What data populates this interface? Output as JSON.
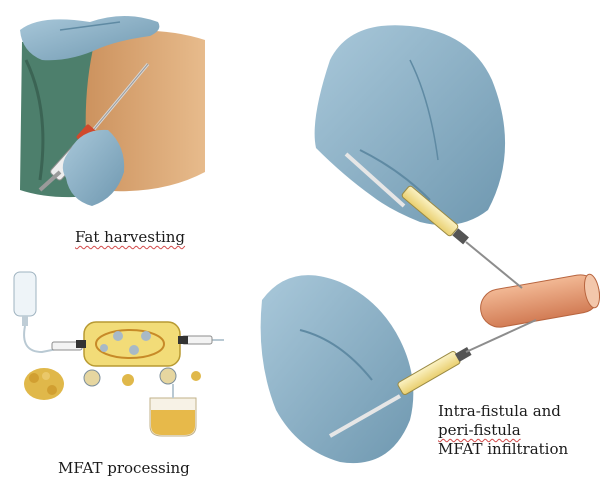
{
  "captions": {
    "fat_harvesting": "Fat harvesting",
    "mfat_processing": "MFAT processing",
    "infiltration_line1": "Intra-fistula and",
    "infiltration_line2": "peri-fistula",
    "infiltration_line3": "MFAT infiltration"
  },
  "colors": {
    "glove": "#8fb4c8",
    "glove_shadow": "#5f8aa3",
    "skin": "#d9a06a",
    "drape": "#4d7f6c",
    "fat": "#e0b84a",
    "fistula": "#e49a72",
    "syringe_fill": "#d9b43a"
  },
  "icons": [
    "gloved-hand-icon",
    "syringe-icon",
    "cannula-icon",
    "saline-bag-icon",
    "processing-device-icon",
    "fat-tissue-icon",
    "collection-bag-icon",
    "fistula-tract-icon"
  ]
}
